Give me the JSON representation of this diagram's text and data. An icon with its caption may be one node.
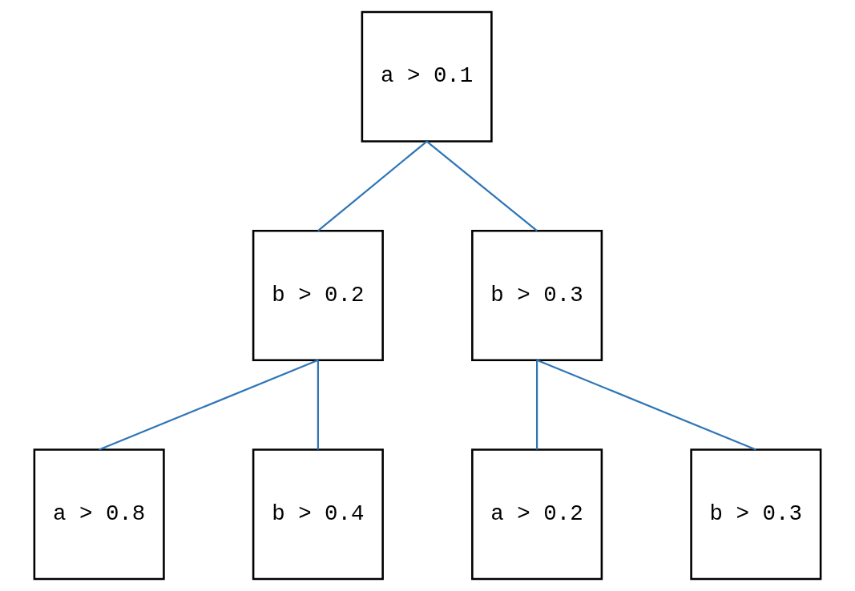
{
  "diagram": {
    "nodes": [
      {
        "text": [
          "a > 0.1"
        ]
      },
      {
        "text": [
          "b > 0.2"
        ]
      },
      {
        "text": [
          "b > 0.3"
        ]
      },
      {
        "text": [
          "a > 0.8"
        ]
      },
      {
        "text": [
          "b > 0.4"
        ]
      },
      {
        "text": [
          "a > 0.2"
        ]
      },
      {
        "text": [
          "b > 0.3"
        ]
      }
    ],
    "edges": [
      {
        "from": 0,
        "to": 1,
        "arrow": "none"
      },
      {
        "from": 0,
        "to": 2,
        "arrow": "none"
      },
      {
        "from": 1,
        "to": 3,
        "arrow": "none"
      },
      {
        "from": 1,
        "to": 4,
        "arrow": "none"
      },
      {
        "from": 2,
        "to": 5,
        "arrow": "none"
      },
      {
        "from": 2,
        "to": 6,
        "arrow": "none"
      }
    ]
  }
}
